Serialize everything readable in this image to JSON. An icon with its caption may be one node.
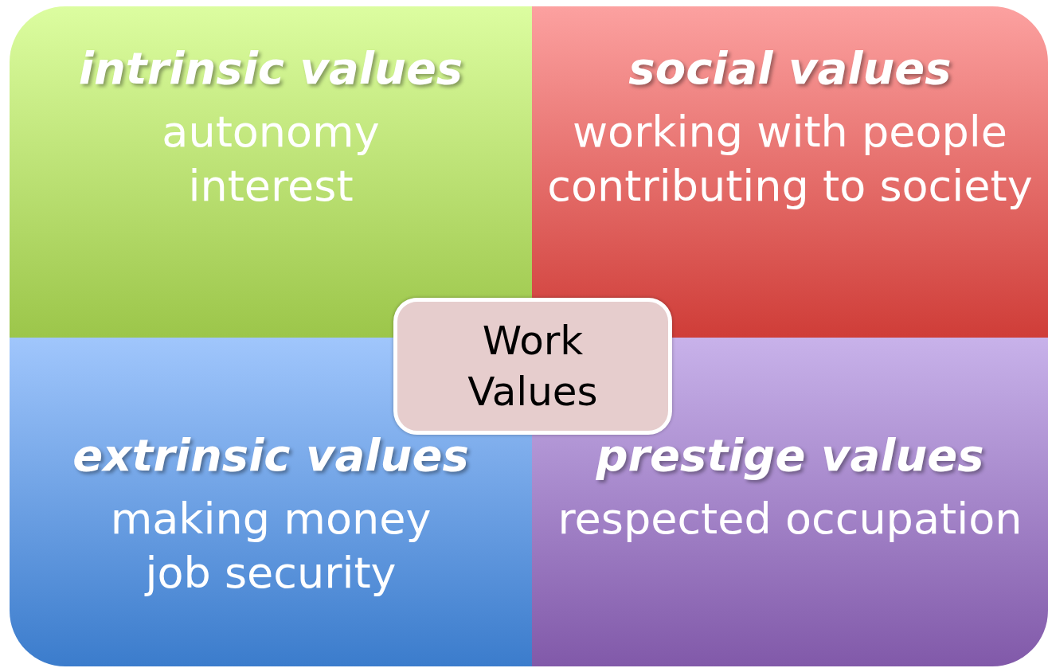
{
  "diagram": {
    "nodes": [
      {
        "text": [
          "intrinsic values",
          "autonomy",
          "interest"
        ]
      },
      {
        "text": [
          "social values",
          "working with people",
          "contributing to society"
        ]
      },
      {
        "text": [
          "Work Values"
        ]
      },
      {
        "text": [
          "extrinsic values",
          "making money",
          "job security"
        ]
      },
      {
        "text": [
          "prestige values",
          "respected occupation"
        ]
      }
    ]
  }
}
